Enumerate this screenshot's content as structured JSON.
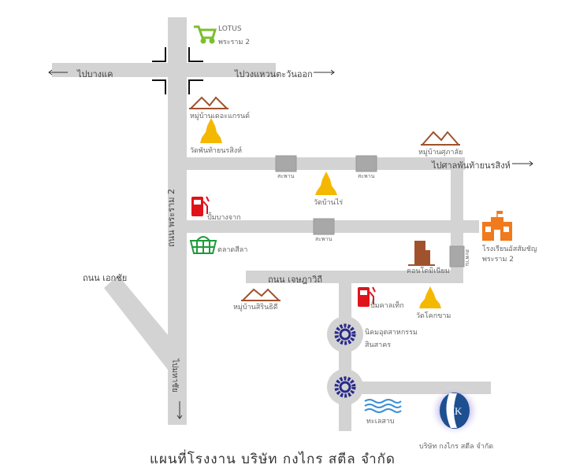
{
  "title": "แผนที่โรงงาน บริษัท กงไกร สตีล จำกัด",
  "roads": {
    "to_bang_khae": "ไปบางแค",
    "to_ring_east": "ไปวงแหวนตะวันออก",
    "to_san_phanthai": "ไปศาลพันท้ายนรสิงห์",
    "rama2": "ถนน พระราม 2",
    "ekachai": "ถนน เอกชัย",
    "chetsadawithi": "ถนน เจษฎาวิถี",
    "to_mahachai": "ไปมหาชัย"
  },
  "bridge_label": "สะพาน",
  "landmarks": {
    "lotus_name": "LOTUS",
    "lotus_branch": "พระราม 2",
    "village_grand": "หมู่บ้านเดอะแกรนด์",
    "wat_phanthai": "วัดพันท้ายนรสิงห์",
    "village_supalai": "หมู่บ้านศุภาลัย",
    "wat_ban_rai": "วัดบ้านไร่",
    "bangchak": "ปั้มบางจาก",
    "market": "ตลาดสีลา",
    "school_name": "โรงเรียนอัสสัมชัญ",
    "school_branch": "พระราม 2",
    "condo": "คอนโดมิเนียม",
    "village_sirin": "หมู่บ้านสิรินธิดี",
    "caltex": "ปั้มคาลเท็ก",
    "wat_khok_kham": "วัดโคกขาม",
    "estate_line1": "นิคมอุตสาหกรรม",
    "estate_line2": "สินสาคร",
    "lake": "ทะเลสาบ",
    "company": "บริษัท กงไกร สตีล จำกัด",
    "logo_text": "KK"
  },
  "colors": {
    "road": "#d3d3d3",
    "bridge": "#a8a8a8",
    "temple": "#f5b800",
    "fuel": "#e0131b",
    "green": "#7cbf2e",
    "market": "#1e9a3a",
    "house": "#a0522d",
    "school": "#f07a1c",
    "gear": "#2a2a8a",
    "water": "#3a8fd6"
  }
}
